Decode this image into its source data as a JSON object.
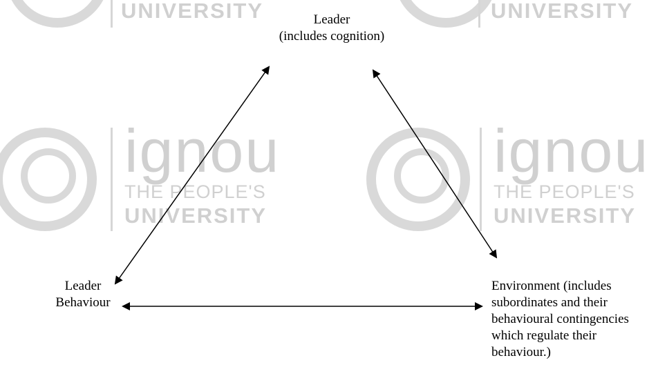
{
  "watermark": {
    "brand": "ignou",
    "tagline_1": "THE PEOPLE'S",
    "tagline_2": "UNIVERSITY"
  },
  "nodes": {
    "leader": {
      "line_1": "Leader",
      "line_2": "(includes cognition)"
    },
    "leader_behaviour": {
      "line_1": "Leader",
      "line_2": "Behaviour"
    },
    "environment": {
      "line_1": "Environment (includes",
      "line_2": "subordinates and their",
      "line_3": "behavioural contingencies",
      "line_4": "which regulate their",
      "line_5": "behaviour.)"
    }
  },
  "edges": [
    {
      "from": "leader",
      "to": "leader_behaviour",
      "bidirectional": true
    },
    {
      "from": "leader",
      "to": "environment",
      "bidirectional": true
    },
    {
      "from": "leader_behaviour",
      "to": "environment",
      "bidirectional": true
    }
  ],
  "colors": {
    "arrow": "#000000",
    "watermark": "#d0d0d0"
  }
}
